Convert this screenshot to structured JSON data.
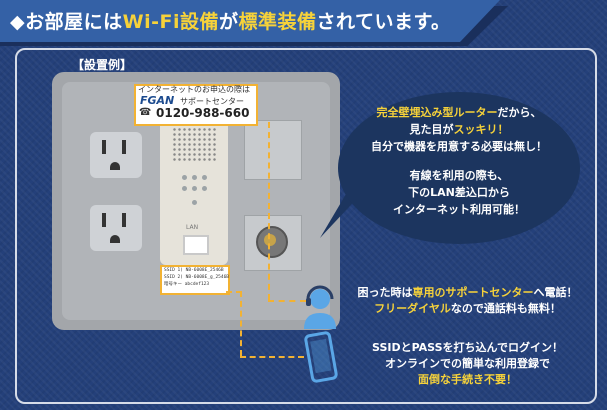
{
  "title": {
    "prefix": "◆お部屋には",
    "highlight1": "Wi-Fi設備",
    "mid": "が",
    "highlight2": "標準装備",
    "suffix": "されています。"
  },
  "example_label": "【設置例】",
  "support_sticker": {
    "line1": "インターネットのお申込の際は",
    "logo": "FGAN",
    "center": "サポートセンター",
    "phone": "0120-988-660"
  },
  "router": {
    "lan_label": "LAN"
  },
  "ssid_sticker": {
    "lines": [
      "SSID 1) NB-6008E_2546B",
      "SSID 2) NB-6008E_g_2546B",
      "暗号キー abcdef123"
    ]
  },
  "bubble": {
    "line1_hl": "完全壁埋込み型ルーター",
    "line1_rest": "だから、",
    "line2_pre": "見た目が",
    "line2_hl": "スッキリ！",
    "line3": "自分で機器を用意する必要は無し！",
    "line4": "有線を利用の際も、",
    "line5": "下のLAN差込口から",
    "line6": "インターネット利用可能！"
  },
  "support_info": {
    "line1_pre": "困った時は",
    "line1_hl": "専用のサポートセンター",
    "line1_rest": "へ電話！",
    "line2_hl": "フリーダイヤル",
    "line2_rest": "なので通話料も無料！"
  },
  "login_info": {
    "line1": "SSIDとPASSを打ち込んでログイン！",
    "line2": "オンラインでの簡単な利用登録で",
    "line3_hl": "面倒な手続き不要！"
  },
  "colors": {
    "accent": "#f6d23a",
    "background": "#24407a",
    "connector": "#f2b233"
  },
  "icons": [
    "support-headset-icon",
    "smartphone-icon"
  ]
}
